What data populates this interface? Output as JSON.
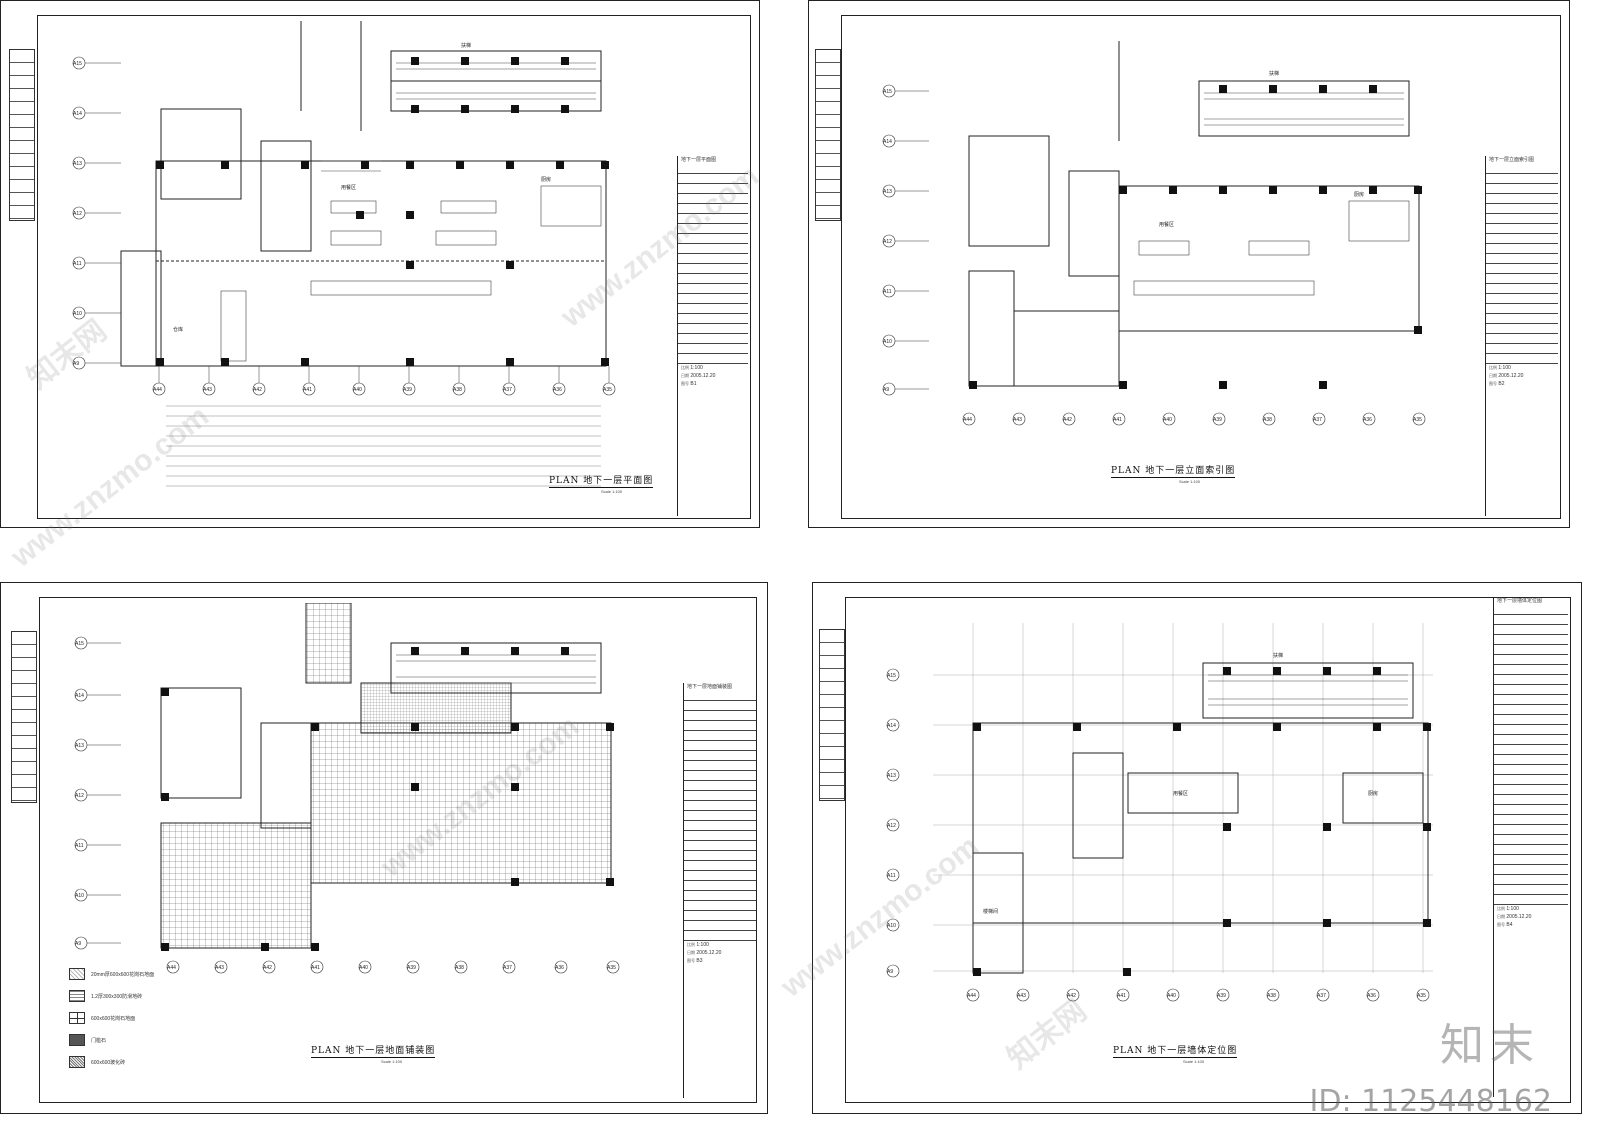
{
  "sheets": [
    {
      "title": "PLAN 地下一层平面图",
      "scale": "Scale 1:100",
      "tb_title": "地下一层平面图",
      "date": "2005.12.20",
      "no": "B1"
    },
    {
      "title": "PLAN 地下一层立面索引图",
      "scale": "Scale 1:100",
      "tb_title": "地下一层立面索引图",
      "date": "2005.12.20",
      "no": "B2"
    },
    {
      "title": "PLAN 地下一层地面铺装图",
      "scale": "Scale 1:100",
      "tb_title": "地下一层地面铺装图",
      "date": "2005.12.20",
      "no": "B3"
    },
    {
      "title": "PLAN 地下一层墙体定位图",
      "scale": "Scale 1:100",
      "tb_title": "地下一层墙体定位图",
      "date": "2005.12.20",
      "no": "B4"
    }
  ],
  "grid_rows": [
    "A15",
    "A14",
    "A13",
    "A12",
    "A11",
    "A10",
    "A9"
  ],
  "grid_cols": [
    "A44",
    "A43",
    "A42",
    "A41",
    "A40",
    "A39",
    "A38",
    "A37",
    "A36",
    "A35"
  ],
  "annotations": {
    "escalator": "扶梯",
    "seating": "用餐区",
    "kitchen": "厨房",
    "store": "仓库",
    "fire_stair": "楼梯间"
  },
  "legend": [
    {
      "label": "20mm厚600x600花岗石地面"
    },
    {
      "label": "1.2厚300x300防滑地砖"
    },
    {
      "label": "600x600花岗石地面"
    },
    {
      "label": "门槛石"
    },
    {
      "label": "600x600玻化砖"
    }
  ],
  "title_block": {
    "scale_label": "比例",
    "scale": "1:100",
    "date_label": "日期",
    "no_label": "图号"
  },
  "watermark": "www.znzmo.com",
  "watermark_cn": "知末网",
  "brand": "知末",
  "asset_id": "ID: 1125448162"
}
